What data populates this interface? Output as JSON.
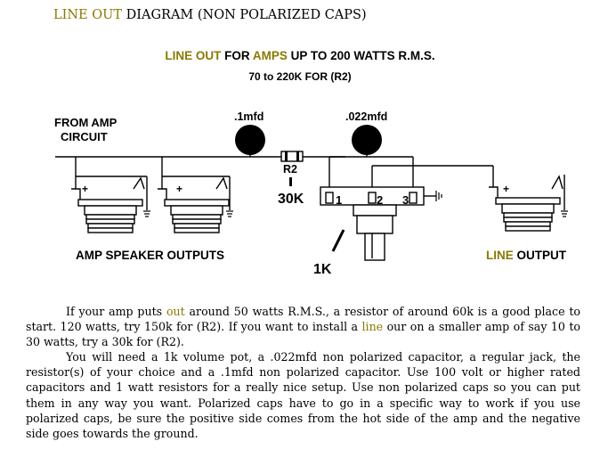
{
  "title": {
    "part1": "LINE OUT",
    "part2": " DIAGRAM (NON POLARIZED CAPS)"
  },
  "subtitle": {
    "part1": "LINE OUT",
    "part2": " FOR ",
    "part3": "AMPS",
    "part4": " UP TO 200 WATTS R.M.S.",
    "line2": "70 to 220K FOR (R2)"
  },
  "labels": {
    "from_amp_1": "FROM AMP",
    "from_amp_2": "CIRCUIT",
    "cap1": ".1mfd",
    "cap2": ".022mfd",
    "r2_label": "R2",
    "r2_value": "30K",
    "pin1": "1",
    "pin2": "2",
    "pin3": "3",
    "plus": "+",
    "pot_value": "1K",
    "amp_speaker_outputs": "AMP SPEAKER OUTPUTS",
    "line_output_1": "LINE",
    "line_output_2": " OUTPUT"
  },
  "paragraph1": {
    "a": "If your amp puts ",
    "b": "out",
    "c": " around 50 watts R.M.S., a resistor of around 60k is a good place to start. 120 watts, try 150k for (R2). If you want to install a ",
    "d": "line",
    "e": " our on a smaller amp of say 10 to 30 watts, try a 30k for (R2)."
  },
  "paragraph2": "You will need a 1k volume pot, a .022mfd non polarized capacitor, a regular jack, the resistor(s) of your choice and a .1mfd non polarized capacitor. Use 100 volt or higher rated capacitors and 1 watt resistors for a really nice setup. Use non polarized caps so you can put them in any way you want. Polarized caps have to go in a specific way to work if you use polarized caps, be sure the positive side comes from the hot side of the amp and the negative side goes towards the ground.",
  "colors": {
    "highlight": "#8a7a00",
    "ink": "#000000"
  }
}
